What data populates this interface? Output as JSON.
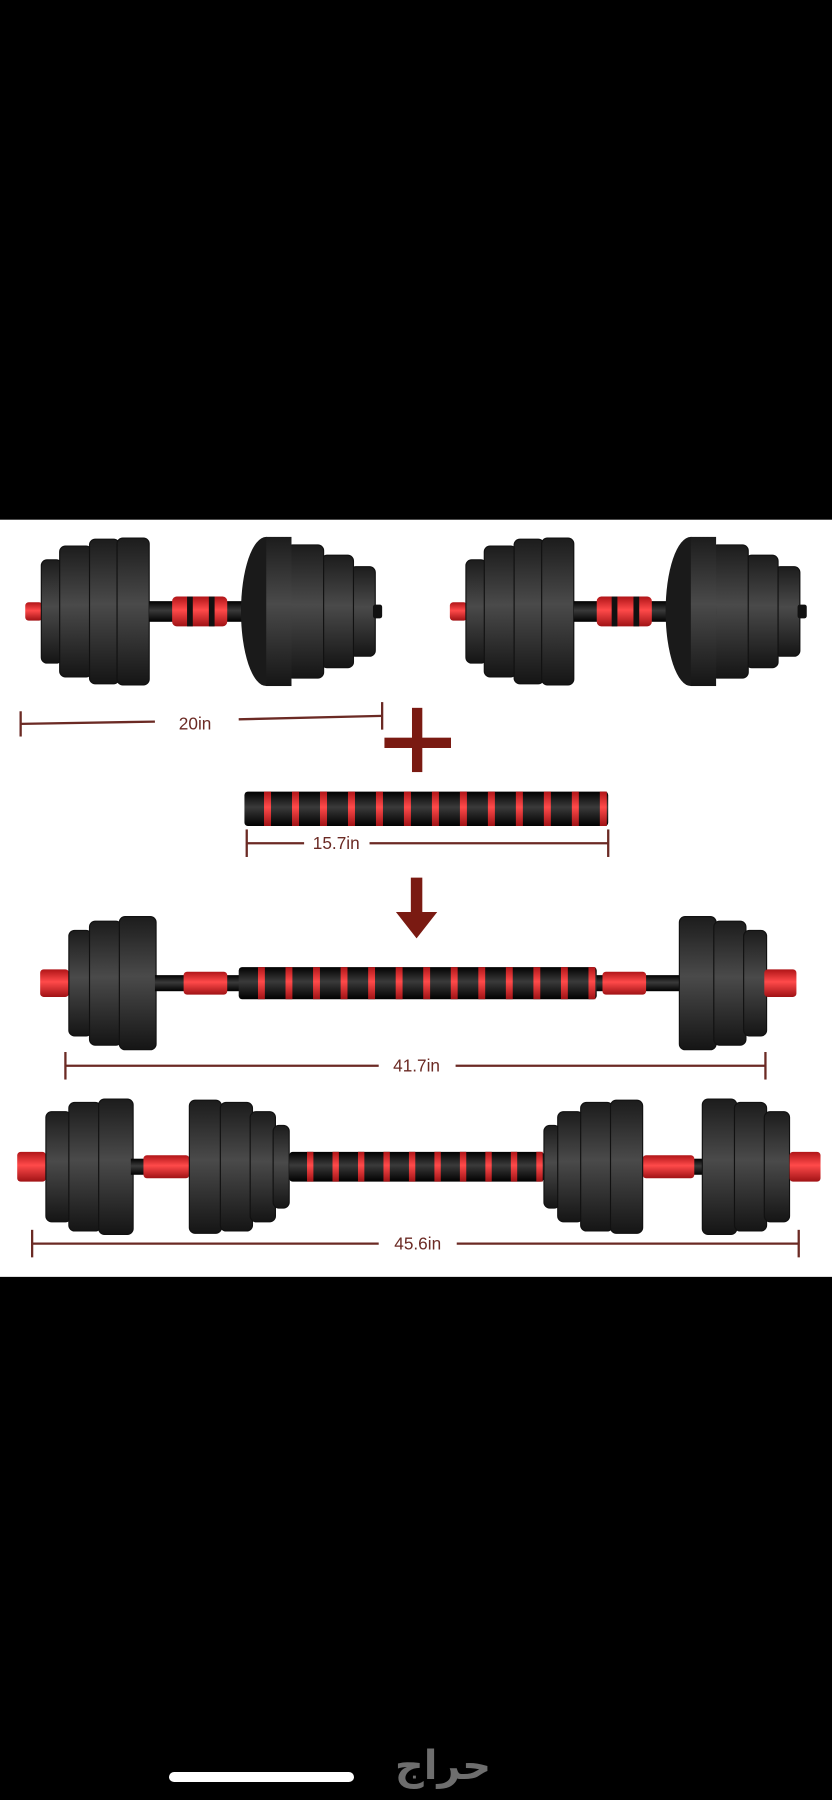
{
  "product_image": {
    "dumbbell_length_label": "20in",
    "connector_length_label": "15.7in",
    "barbell_length_label": "41.7in",
    "extended_barbell_length_label": "45.6in",
    "plus_icon": "plus-icon",
    "arrow_icon": "arrow-down-icon"
  },
  "colors": {
    "accent_red": "#e8282b",
    "dim_line": "#6b2a24",
    "plate": "#2a2a2a"
  },
  "watermark": {
    "logo_text": "حراج"
  }
}
